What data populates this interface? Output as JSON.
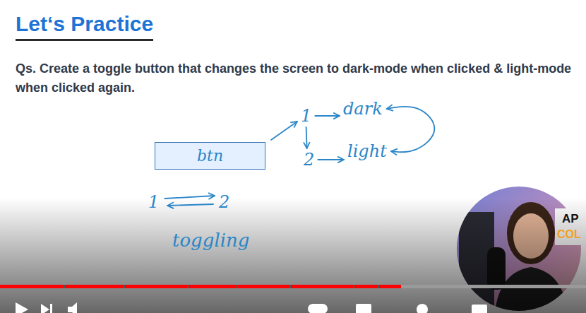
{
  "diagram": {
    "title": "Let‘s Practice",
    "nodes": [
      {
        "text": [
          "btn"
        ]
      }
    ],
    "labels": [
      "Qs. Create a toggle button that changes the screen to dark-mode when clicked & light-mode when clicked again.",
      "1",
      "dark",
      "2",
      "light",
      "1",
      "2",
      "toggling",
      "AP",
      "COL"
    ]
  }
}
